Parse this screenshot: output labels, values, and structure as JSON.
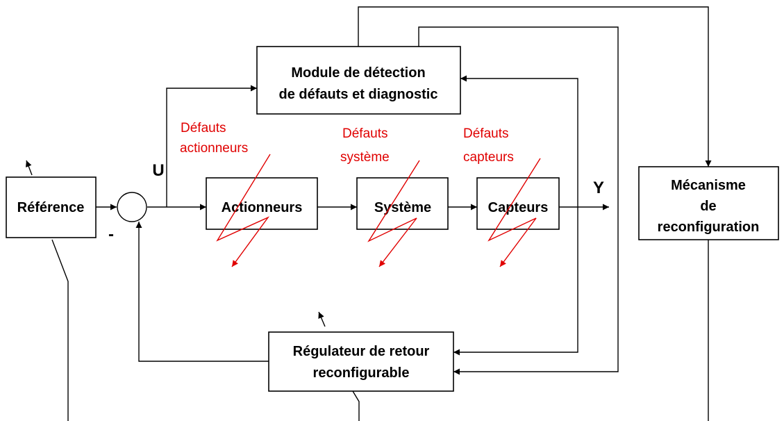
{
  "colors": {
    "line": "#000000",
    "fault": "#e00000",
    "background": "#ffffff"
  },
  "blocks": {
    "reference": "Référence",
    "actuators": "Actionneurs",
    "system": "Système",
    "sensors": "Capteurs",
    "fdd": [
      "Module de détection",
      "de défauts et diagnostic"
    ],
    "reconfiguration": [
      "Mécanisme",
      "de",
      "reconfiguration"
    ],
    "controller": [
      "Régulateur de retour",
      "reconfigurable"
    ]
  },
  "signals": {
    "u": "U",
    "y": "Y",
    "minus": "-"
  },
  "faults": {
    "actuators": [
      "Défauts",
      "actionneurs"
    ],
    "system": [
      "Défauts",
      "système"
    ],
    "sensors": [
      "Défauts",
      "capteurs"
    ]
  }
}
